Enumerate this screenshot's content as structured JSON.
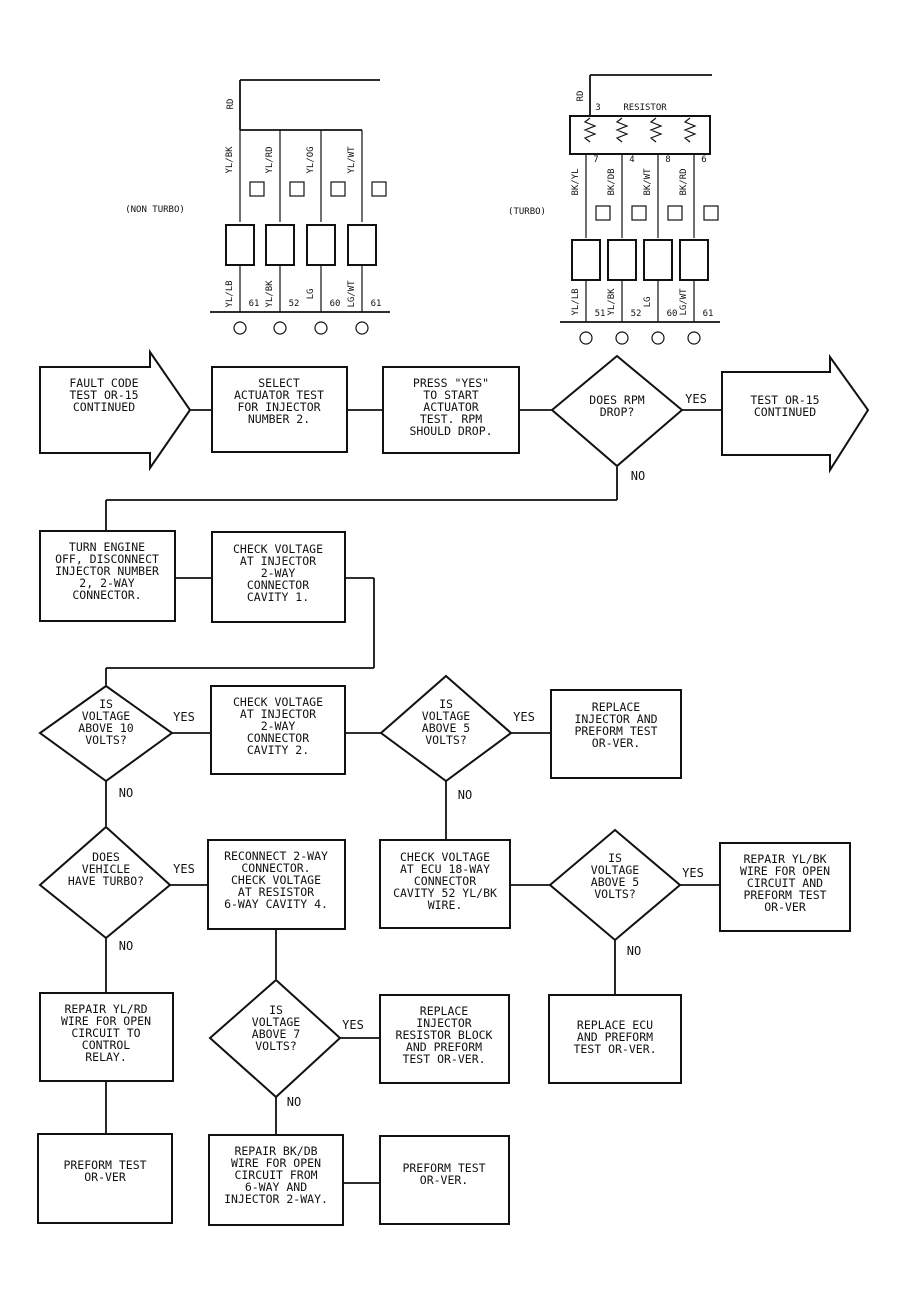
{
  "schematic": {
    "non_turbo_label": "(NON TURBO)",
    "turbo_label": "(TURBO)",
    "rd_label": "RD",
    "resistor_label": "RESISTOR",
    "non_turbo_top_wires": [
      "YL/BK",
      "YL/RD",
      "YL/OG",
      "YL/WT"
    ],
    "non_turbo_bottom_wires": [
      "YL/LB",
      "YL/BK",
      "LG",
      "LG/WT"
    ],
    "non_turbo_pins": [
      "61",
      "52",
      "60",
      "61"
    ],
    "turbo_mid_wires": [
      "BK/YL",
      "BK/DB",
      "BK/WT",
      "BK/RD"
    ],
    "turbo_bottom_wires": [
      "YL/LB",
      "YL/BK",
      "LG",
      "LG/WT"
    ],
    "turbo_pins": [
      "51",
      "52",
      "60",
      "61"
    ],
    "resistor_pins": [
      "3",
      "7",
      "4",
      "8",
      "6"
    ]
  },
  "flow": {
    "start": [
      "FAULT CODE",
      "TEST OR-15",
      "CONTINUED"
    ],
    "select": [
      "SELECT",
      "ACTUATOR TEST",
      "FOR INJECTOR",
      "NUMBER 2."
    ],
    "press": [
      "PRESS \"YES\"",
      "TO START",
      "ACTUATOR",
      "TEST. RPM",
      "SHOULD DROP."
    ],
    "rpm_drop": [
      "DOES RPM",
      "DROP?"
    ],
    "test_or15": [
      "TEST OR-15",
      "CONTINUED"
    ],
    "turn_off": [
      "TURN ENGINE",
      "OFF, DISCONNECT",
      "INJECTOR NUMBER",
      "2, 2-WAY",
      "CONNECTOR."
    ],
    "check_cav1": [
      "CHECK VOLTAGE",
      "AT INJECTOR",
      "2-WAY",
      "CONNECTOR",
      "CAVITY 1."
    ],
    "volt_10": [
      "IS",
      "VOLTAGE",
      "ABOVE 10",
      "VOLTS?"
    ],
    "check_cav2": [
      "CHECK VOLTAGE",
      "AT INJECTOR",
      "2-WAY",
      "CONNECTOR",
      "CAVITY 2."
    ],
    "volt_5a": [
      "IS",
      "VOLTAGE",
      "ABOVE 5",
      "VOLTS?"
    ],
    "replace_inj": [
      "REPLACE",
      "INJECTOR AND",
      "PREFORM TEST",
      "OR-VER."
    ],
    "turbo_q": [
      "DOES",
      "VEHICLE",
      "HAVE TURBO?"
    ],
    "reconnect": [
      "RECONNECT 2-WAY",
      "CONNECTOR.",
      "CHECK VOLTAGE",
      "AT RESISTOR",
      "6-WAY CAVITY 4."
    ],
    "check_ecu": [
      "CHECK VOLTAGE",
      "AT ECU 18-WAY",
      "CONNECTOR",
      "CAVITY 52 YL/BK",
      "WIRE."
    ],
    "volt_5b": [
      "IS",
      "VOLTAGE",
      "ABOVE 5",
      "VOLTS?"
    ],
    "repair_ylbk": [
      "REPAIR YL/BK",
      "WIRE FOR OPEN",
      "CIRCUIT AND",
      "PREFORM TEST",
      "OR-VER"
    ],
    "repair_ylrd": [
      "REPAIR YL/RD",
      "WIRE FOR OPEN",
      "CIRCUIT TO",
      "CONTROL",
      "RELAY."
    ],
    "volt_7": [
      "IS",
      "VOLTAGE",
      "ABOVE 7",
      "VOLTS?"
    ],
    "replace_res": [
      "REPLACE",
      "INJECTOR",
      "RESISTOR BLOCK",
      "AND PREFORM",
      "TEST OR-VER."
    ],
    "replace_ecu": [
      "REPLACE ECU",
      "AND PREFORM",
      "TEST OR-VER."
    ],
    "perform_a": [
      "PREFORM TEST",
      "OR-VER"
    ],
    "repair_bkdb": [
      "REPAIR BK/DB",
      "WIRE FOR OPEN",
      "CIRCUIT FROM",
      "6-WAY AND",
      "INJECTOR 2-WAY."
    ],
    "perform_b": [
      "PREFORM TEST",
      "OR-VER."
    ],
    "yes": "YES",
    "no": "NO"
  }
}
